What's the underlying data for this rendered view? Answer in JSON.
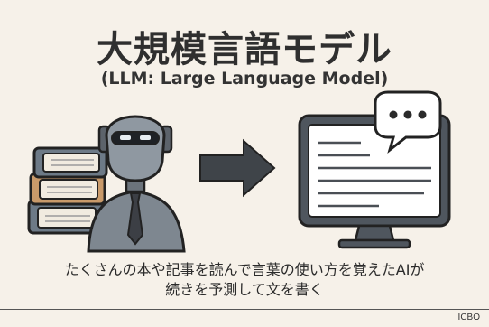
{
  "header": {
    "title": "大規模言語モデル",
    "subtitle": "(LLM: Large Language Model)"
  },
  "illustration": {
    "icons": [
      "books-icon",
      "robot-icon",
      "right-arrow-icon",
      "computer-monitor-icon",
      "speech-bubble-icon"
    ]
  },
  "caption": {
    "line1": "たくさんの本や記事を読んで言葉の使い方を覚えたAIが",
    "line2": "続きを予測して文を書く"
  },
  "footer": {
    "credit": "ICBO"
  }
}
